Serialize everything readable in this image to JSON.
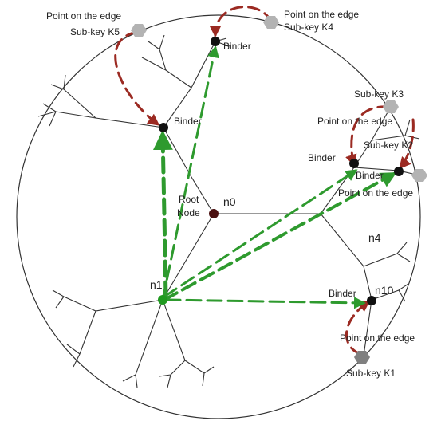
{
  "colors": {
    "edge": "#333333",
    "binder_node": "#111111",
    "root_node": "#4a1010",
    "origin_node": "#1f9a1f",
    "green_path": "#2e9a2e",
    "red_path": "#9b2a22",
    "edge_point_light": "#b3b3b3",
    "edge_point_dark": "#808080"
  },
  "labels": {
    "root": [
      "Root",
      "Node"
    ],
    "n0": "n0",
    "n1": "n1",
    "n4": "n4",
    "n10": "n10",
    "binder_k5": "Binder",
    "binder_k4": "Binder",
    "binder_k3": "Binder",
    "binder_k2": "Binder",
    "binder_k1": "Binder",
    "point_k5": "Point on the edge",
    "subkey_k5": "Sub-key  K5",
    "point_k4": "Point on the edge",
    "subkey_k4": "Sub-key K4",
    "subkey_k3": "Sub-key K3",
    "point_k3": "Point on the edge",
    "subkey_k2": "Sub-key K2",
    "point_k2": "Point on the edge",
    "point_k1": "Point on the edge",
    "subkey_k1": "Sub-key K1"
  },
  "icons": {
    "edge_point": "hexagon-icon",
    "path_arrow": "arrowhead-icon"
  }
}
